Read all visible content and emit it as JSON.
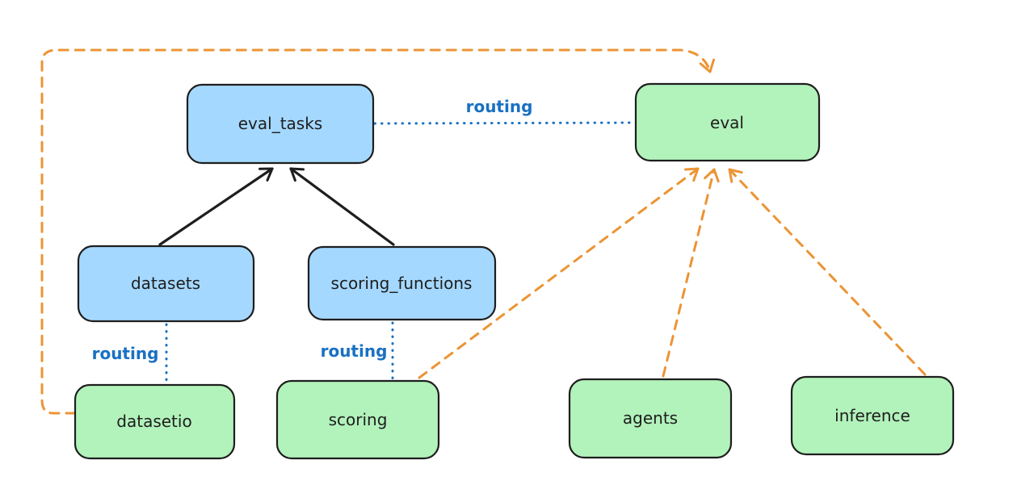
{
  "colors": {
    "background": "#ffffff",
    "node_blue_fill": "#a5d8ff",
    "node_green_fill": "#b2f2bb",
    "node_stroke": "#1e1e1e",
    "solid_arrow": "#1e1e1e",
    "routing_line": "#1971c2",
    "routing_text": "#1971c2",
    "provider_arrow": "#ec9434"
  },
  "nodes": {
    "eval_tasks": {
      "label": "eval_tasks",
      "kind": "blue"
    },
    "eval": {
      "label": "eval",
      "kind": "green"
    },
    "datasets": {
      "label": "datasets",
      "kind": "blue"
    },
    "scoring_functions": {
      "label": "scoring_functions",
      "kind": "blue"
    },
    "datasetio": {
      "label": "datasetio",
      "kind": "green"
    },
    "scoring": {
      "label": "scoring",
      "kind": "green"
    },
    "agents": {
      "label": "agents",
      "kind": "green"
    },
    "inference": {
      "label": "inference",
      "kind": "green"
    }
  },
  "edges": [
    {
      "from": "datasets",
      "to": "eval_tasks",
      "style": "solid-arrow",
      "label": ""
    },
    {
      "from": "scoring_functions",
      "to": "eval_tasks",
      "style": "solid-arrow",
      "label": ""
    },
    {
      "from": "eval_tasks",
      "to": "eval",
      "style": "dotted",
      "label": "routing"
    },
    {
      "from": "datasets",
      "to": "datasetio",
      "style": "dotted",
      "label": "routing"
    },
    {
      "from": "scoring_functions",
      "to": "scoring",
      "style": "dotted",
      "label": "routing"
    },
    {
      "from": "datasetio",
      "to": "eval",
      "style": "dashed-arrow",
      "label": ""
    },
    {
      "from": "scoring",
      "to": "eval",
      "style": "dashed-arrow",
      "label": ""
    },
    {
      "from": "agents",
      "to": "eval",
      "style": "dashed-arrow",
      "label": ""
    },
    {
      "from": "inference",
      "to": "eval",
      "style": "dashed-arrow",
      "label": ""
    }
  ]
}
